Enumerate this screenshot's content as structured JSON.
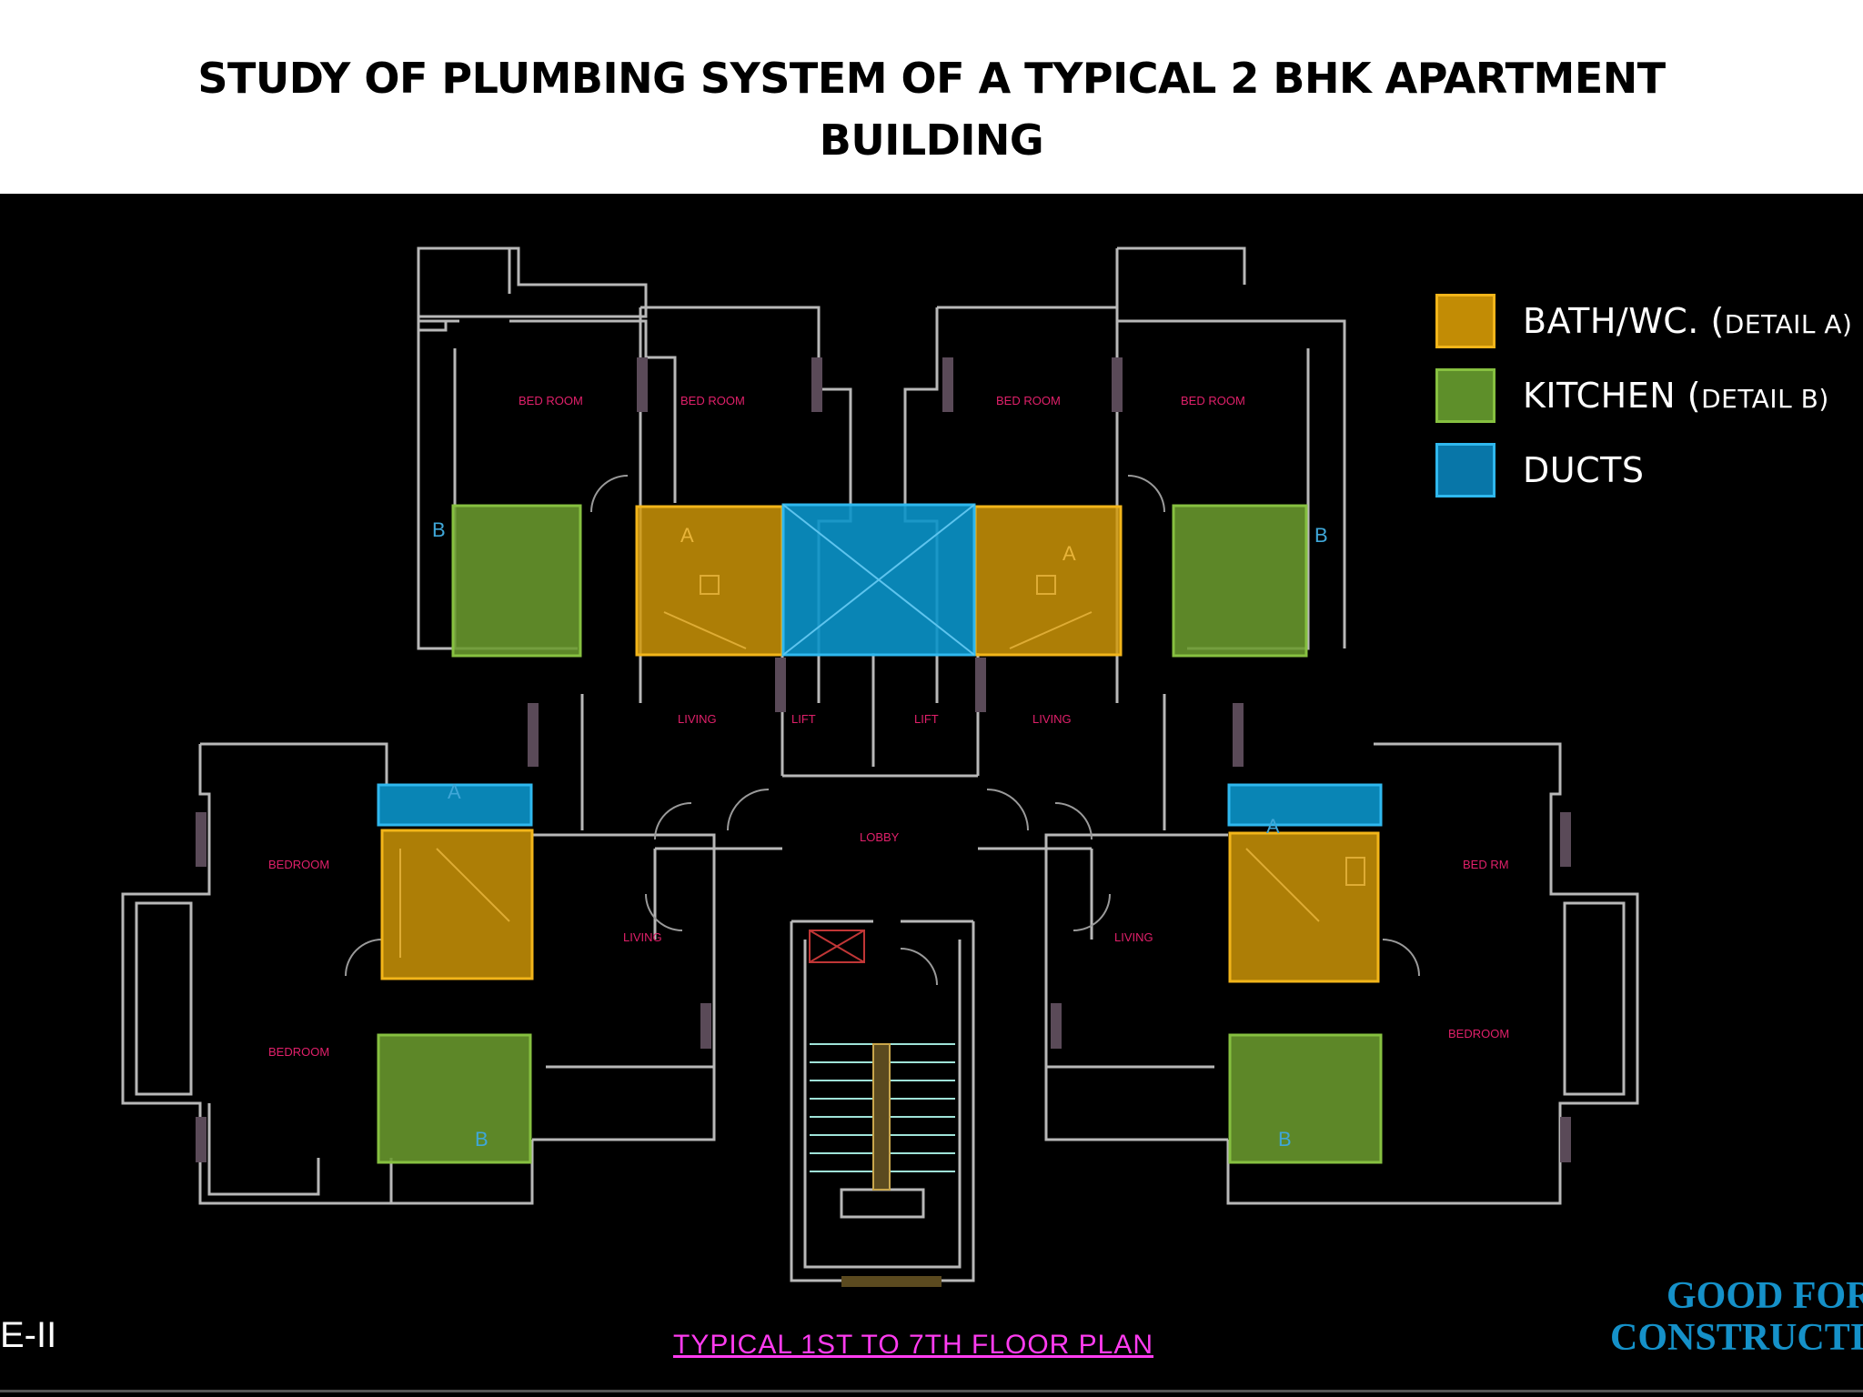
{
  "title": {
    "line1": "STUDY OF PLUMBING SYSTEM OF A TYPICAL 2 BHK APARTMENT",
    "line2": "BUILDING"
  },
  "legend": [
    {
      "label": "BATH/WC. (",
      "detail": "DETAIL A)",
      "color": "#d39a07"
    },
    {
      "label": "KITCHEN  (",
      "detail": "DETAIL B)",
      "color": "#6a9a2e"
    },
    {
      "label": "DUCTS",
      "detail": "",
      "color": "#0876a8"
    }
  ],
  "plan": {
    "caption": "TYPICAL 1ST TO 7TH FLOOR PLAN",
    "sheet_code": "E-II",
    "stamp_line1": "GOOD FOR",
    "stamp_line2": "CONSTRUCTI"
  },
  "colors": {
    "bath": "#d39a07",
    "kitchen": "#6a9a2e",
    "duct": "#0a93c9",
    "wall": "#bdbdbd",
    "room_label": "#e0206a",
    "marker": "#3fa7d8"
  },
  "markers": {
    "detail_a": "A",
    "detail_b": "B"
  }
}
